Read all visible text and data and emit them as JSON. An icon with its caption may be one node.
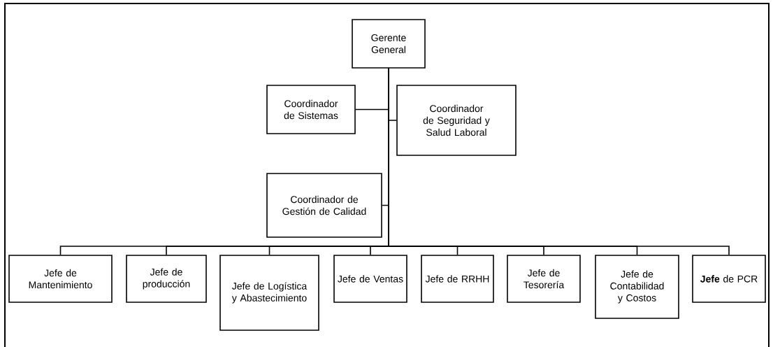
{
  "diagram": {
    "nodes": [
      {
        "text": [
          "Gerente General"
        ]
      },
      {
        "text": [
          "Coordinador de Sistemas"
        ]
      },
      {
        "text": [
          "Coordinador de Seguridad y Salud Laboral"
        ]
      },
      {
        "text": [
          "Coordinador de Gestión de Calidad"
        ]
      },
      {
        "text": [
          "Jefe de Mantenimiento"
        ]
      },
      {
        "text": [
          "Jefe de producción"
        ]
      },
      {
        "text": [
          "Jefe de Logística y Abastecimiento"
        ]
      },
      {
        "text": [
          "Jefe de Ventas"
        ]
      },
      {
        "text": [
          "Jefe de RRHH"
        ]
      },
      {
        "text": [
          "Jefe de Tesorería"
        ]
      },
      {
        "text": [
          "Jefe de Contabilidad y Costos"
        ]
      },
      {
        "text": [
          "**Jefe** de PCR"
        ]
      }
    ],
    "edges": [
      {
        "from": 0,
        "to": 1,
        "arrow": "none"
      },
      {
        "from": 0,
        "to": 2,
        "arrow": "none"
      },
      {
        "from": 0,
        "to": 3,
        "arrow": "none"
      },
      {
        "from": 0,
        "to": 4,
        "arrow": "none"
      },
      {
        "from": 0,
        "to": 5,
        "arrow": "none"
      },
      {
        "from": 0,
        "to": 6,
        "arrow": "none"
      },
      {
        "from": 0,
        "to": 7,
        "arrow": "none"
      },
      {
        "from": 0,
        "to": 8,
        "arrow": "none"
      },
      {
        "from": 0,
        "to": 9,
        "arrow": "none"
      },
      {
        "from": 0,
        "to": 10,
        "arrow": "none"
      },
      {
        "from": 0,
        "to": 11,
        "arrow": "none"
      }
    ]
  }
}
